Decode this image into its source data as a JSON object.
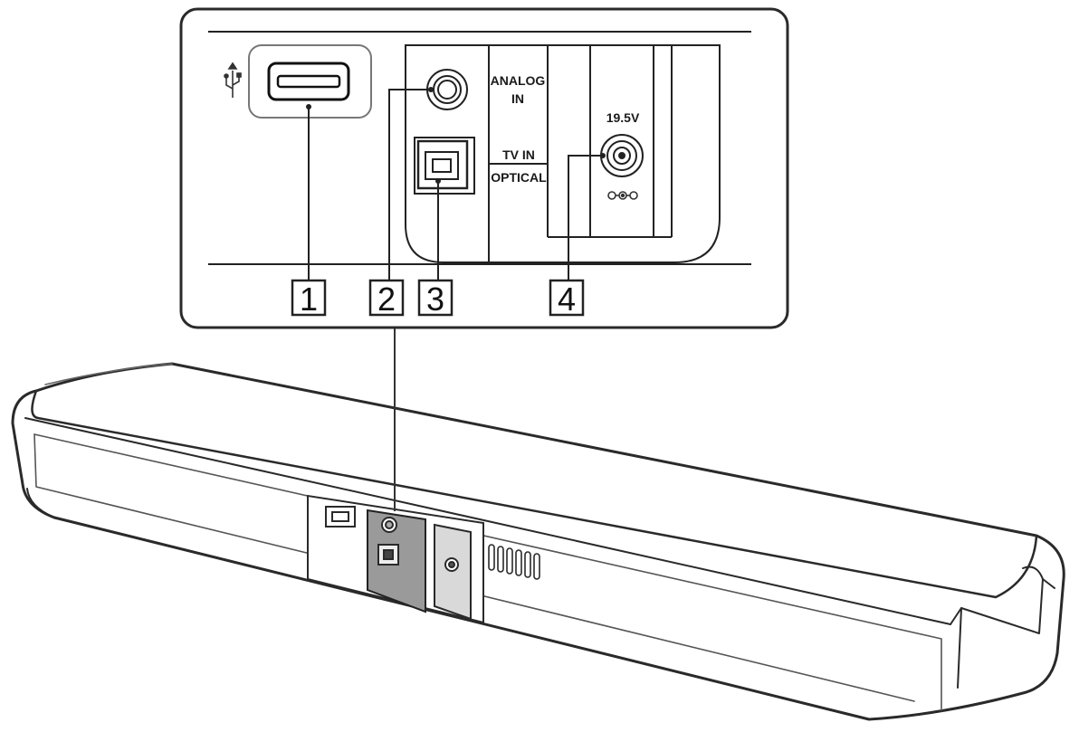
{
  "callouts": [
    {
      "number": "1",
      "target": "usb-port"
    },
    {
      "number": "2",
      "target": "analog-in-jack"
    },
    {
      "number": "3",
      "target": "tv-in-optical-jack"
    },
    {
      "number": "4",
      "target": "dc-in-jack"
    }
  ],
  "panel_text": {
    "analog_line1": "ANALOG",
    "analog_line2": "IN",
    "tv_in": "TV IN",
    "optical": "OPTICAL",
    "voltage": "19.5V"
  },
  "icons": {
    "usb": "usb-trident-icon",
    "dc_polarity": "dc-polarity-icon"
  }
}
